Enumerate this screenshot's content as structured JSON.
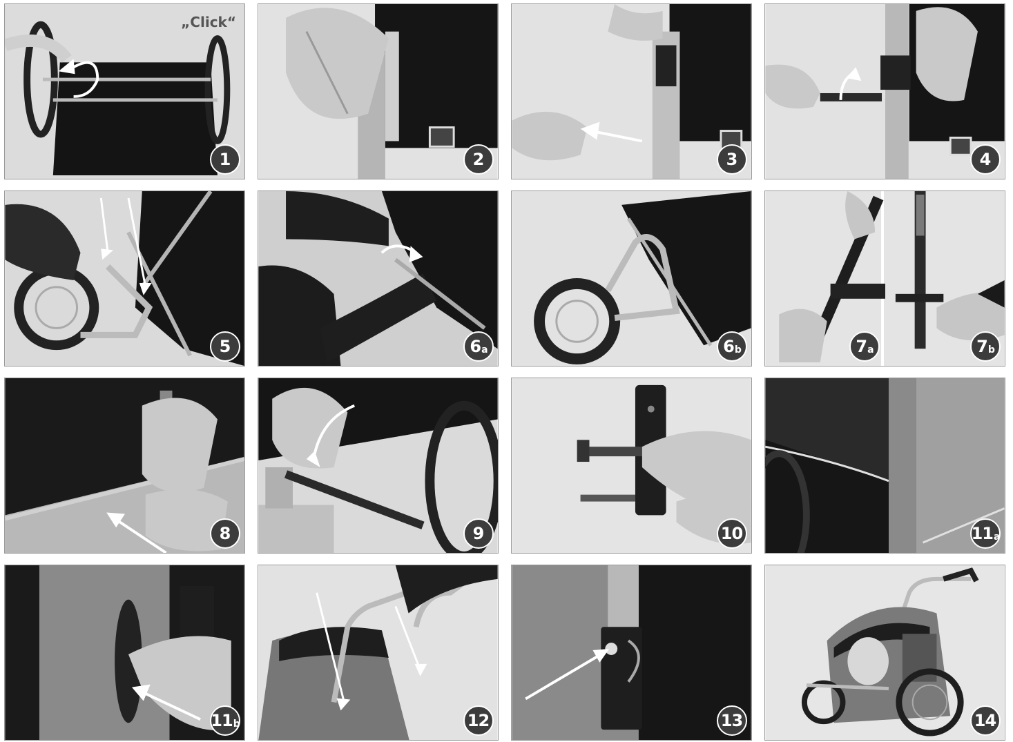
{
  "page": {
    "background": "#ffffff",
    "badge_color": "#3c3c3c"
  },
  "panels": [
    {
      "num": "1",
      "suffix": "",
      "caption": "„Click“"
    },
    {
      "num": "2",
      "suffix": ""
    },
    {
      "num": "3",
      "suffix": ""
    },
    {
      "num": "4",
      "suffix": ""
    },
    {
      "num": "5",
      "suffix": ""
    },
    {
      "num": "6",
      "suffix": "a"
    },
    {
      "num": "6",
      "suffix": "b"
    },
    {
      "num": "7",
      "suffix": "a"
    },
    {
      "num": "7",
      "suffix": "b"
    },
    {
      "num": "8",
      "suffix": ""
    },
    {
      "num": "9",
      "suffix": ""
    },
    {
      "num": "10",
      "suffix": ""
    },
    {
      "num": "11",
      "suffix": "a"
    },
    {
      "num": "11",
      "suffix": "b"
    },
    {
      "num": "12",
      "suffix": ""
    },
    {
      "num": "13",
      "suffix": ""
    },
    {
      "num": "14",
      "suffix": ""
    }
  ]
}
